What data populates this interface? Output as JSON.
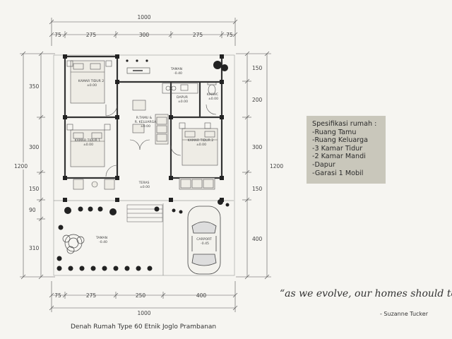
{
  "dimensions": {
    "top_total": "1000",
    "top_segments": [
      "75",
      "275",
      "300",
      "275",
      "75"
    ],
    "bottom_segments": [
      "75",
      "275",
      "250",
      "400"
    ],
    "bottom_total": "1000",
    "left_segments": [
      "350",
      "300",
      "150",
      "90",
      "310"
    ],
    "left_total": "1200",
    "right_segments": [
      "150",
      "200",
      "300",
      "150",
      "400"
    ],
    "right_total": "1200"
  },
  "rooms": {
    "taman_top": {
      "name": "TAMAN",
      "level": "-0.40"
    },
    "kamar_tidur_2": {
      "name": "KAMAR TIDUR 2",
      "level": "±0.00"
    },
    "dapur": {
      "name": "DAPUR",
      "level": "±0.00"
    },
    "km_wc": {
      "name": "KM/WC",
      "level": "±0.00"
    },
    "ruang_keluarga": {
      "name_1": "R.TAMU &",
      "name_2": "R. KELUARGA",
      "level": "±0.00"
    },
    "kamar_tidur_1": {
      "name": "KAMAR TIDUR 1",
      "level": "±0.00"
    },
    "kamar_tidur_3": {
      "name": "KAMAR TIDUR 2",
      "level": "±0.00"
    },
    "teras": {
      "name": "TERAS",
      "level": "±0.00"
    },
    "taman_bottom": {
      "name": "TAMAN",
      "level": "-0.40"
    },
    "carport": {
      "name": "CARPORT",
      "level": "-0.45"
    }
  },
  "specs": {
    "title": "Spesifikasi rumah :",
    "items": [
      "-Ruang Tamu",
      "-Ruang Keluarga",
      "-3 Kamar Tidur",
      "-2 Kamar Mandi",
      "-Dapur",
      "-Garasi 1 Mobil"
    ]
  },
  "quote": "“as we evolve, our homes should too”",
  "author": "- Suzanne Tucker",
  "caption": "Denah Rumah Type 60 Etnik Joglo Prambanan"
}
